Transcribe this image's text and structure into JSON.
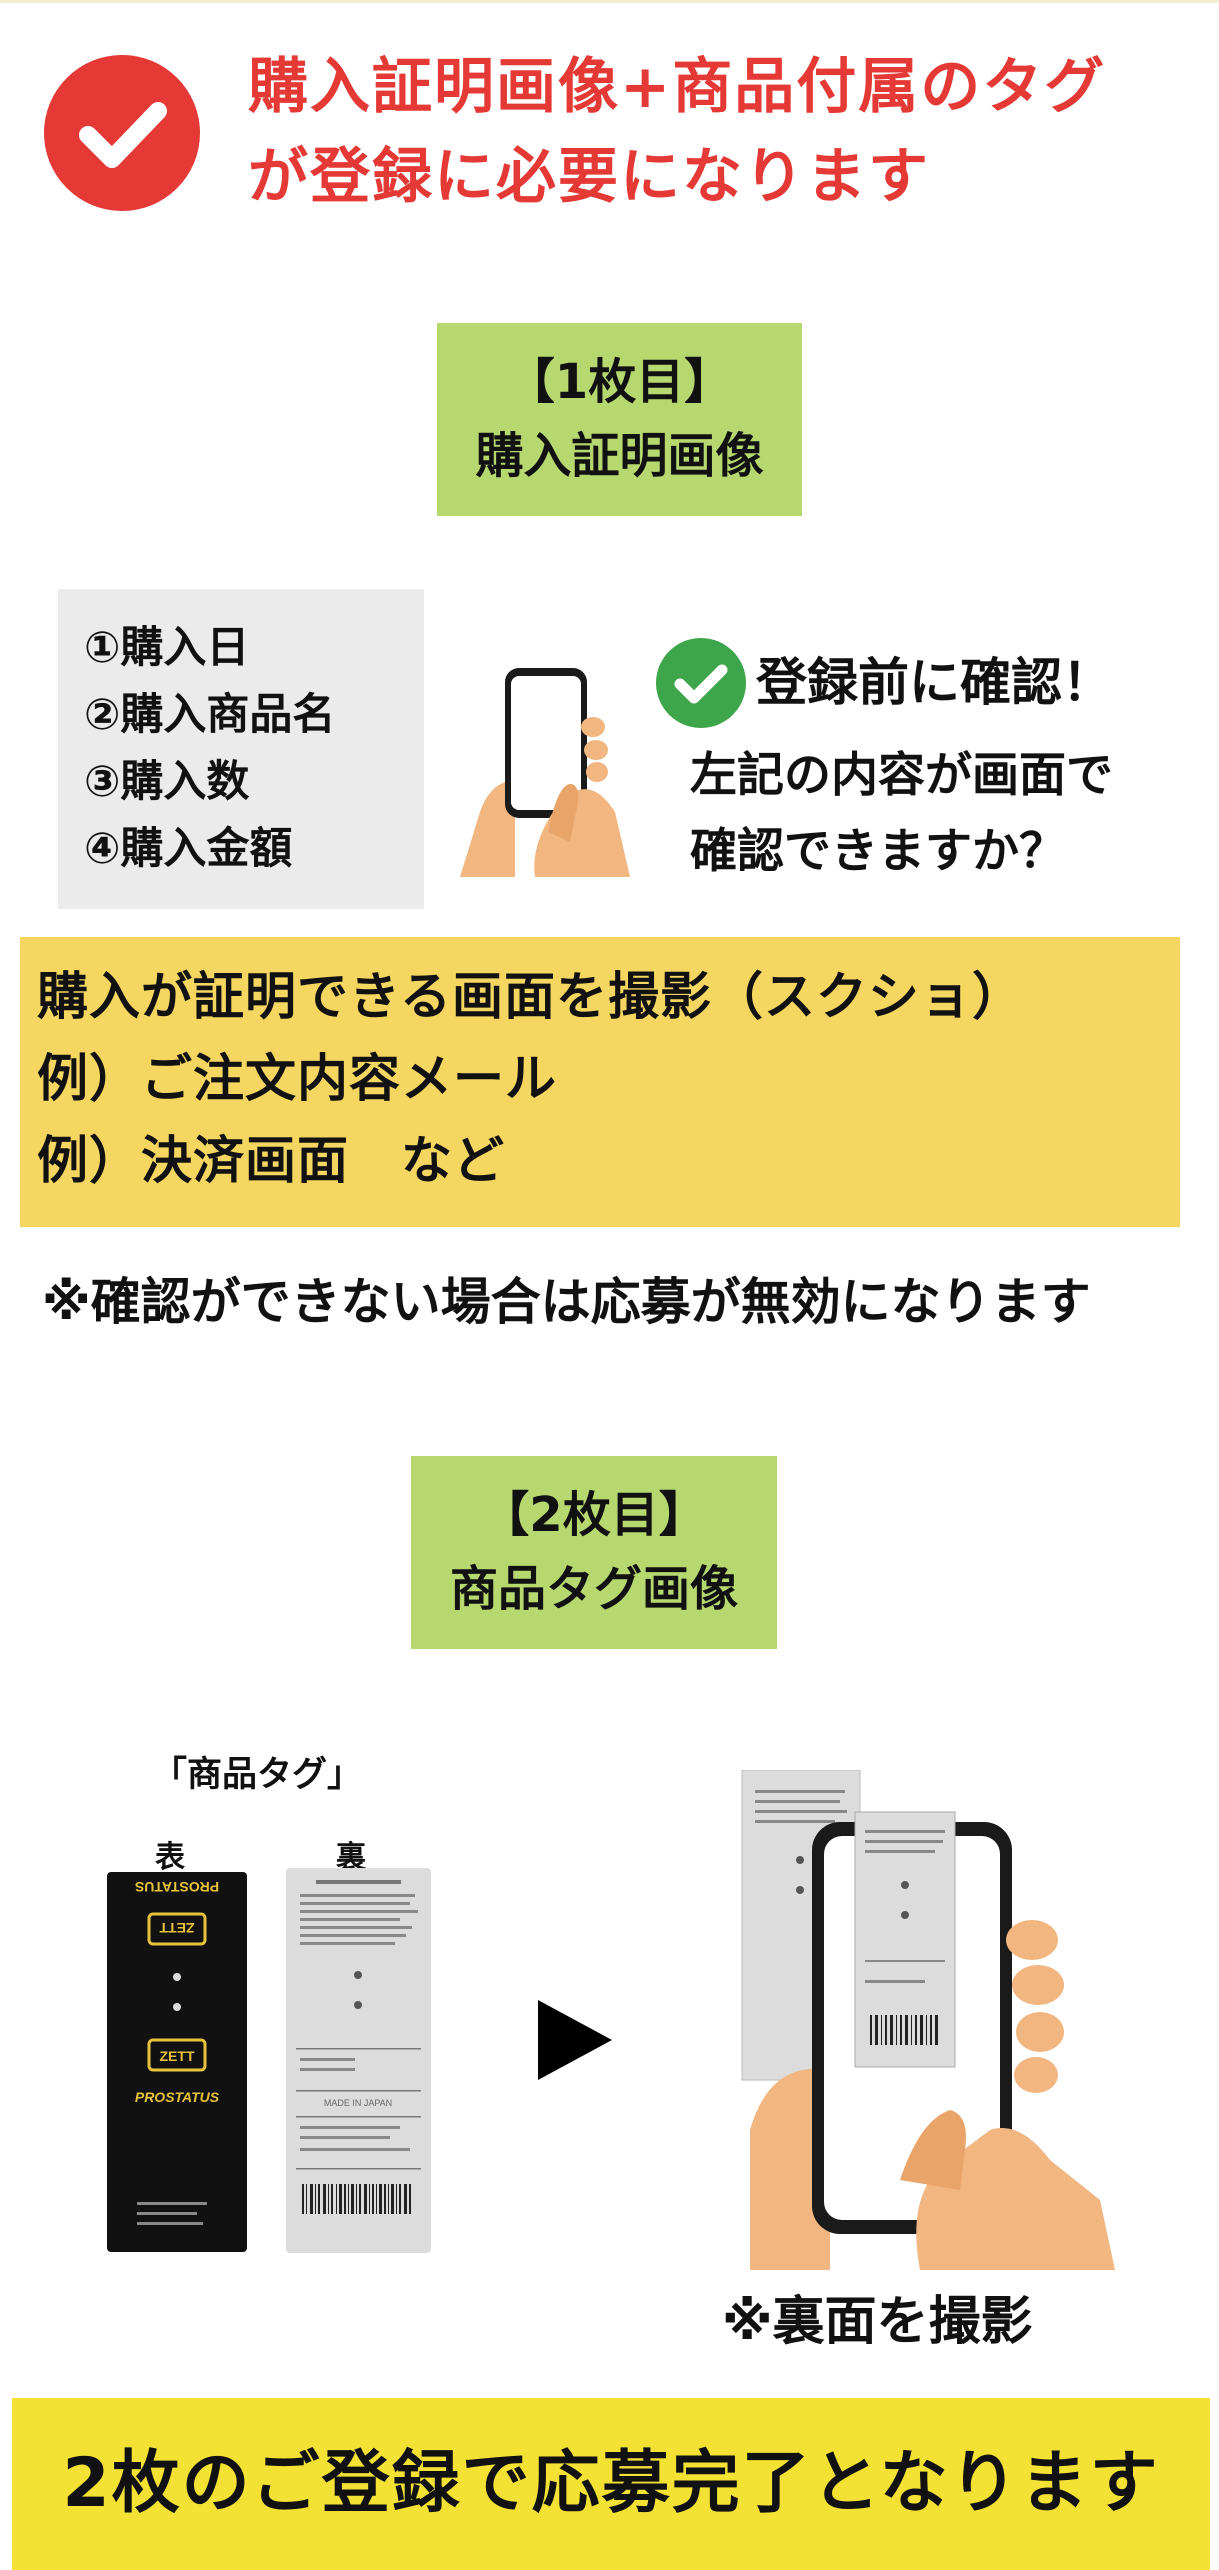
{
  "header": {
    "line1": "購入証明画像+商品付属のタグ",
    "line2": "が登録に必要になります",
    "icon": "check-circle-icon",
    "accent_color": "#e53935"
  },
  "section1": {
    "label_line1": "【1枚目】",
    "label_line2": "購入証明画像",
    "checklist": [
      "①購入日",
      "②購入商品名",
      "③購入数",
      "④購入金額"
    ],
    "confirm_title": "登録前に確認！",
    "confirm_text_line1": "左記の内容が画面で",
    "confirm_text_line2": "確認できますか？",
    "instruction_lines": [
      "購入が証明できる画面を撮影（スクショ）",
      "例）ご注文内容メール",
      "例）決済画面　など"
    ],
    "warning": "※確認ができない場合は応募が無効になります"
  },
  "section2": {
    "label_line1": "【2枚目】",
    "label_line2": "商品タグ画像",
    "tag_caption": "「商品タグ」",
    "front_label": "表",
    "back_label": "裏",
    "tag_brand": "ZETT",
    "tag_product": "PROSTATUS",
    "tag_made_in": "MADE IN JAPAN",
    "shoot_note": "※裏面を撮影"
  },
  "footer": {
    "text": "2枚のご登録で応募完了となります",
    "color": "#f3e234"
  }
}
